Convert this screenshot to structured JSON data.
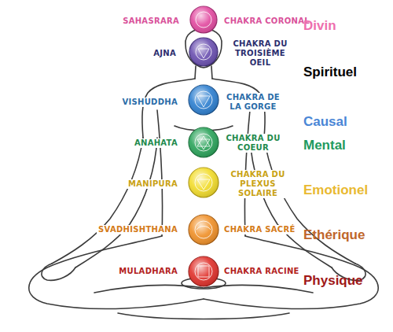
{
  "diagram": {
    "labels": [
      "SAHASRARA",
      "CHAKRA CORONAL",
      "Divin",
      "AJNA",
      "CHAKRA DU TROISIÈME OEIL",
      "Spirituel",
      "VISHUDDHA",
      "CHAKRA DE LA GORGE",
      "Causal",
      "ANAHATA",
      "CHAKRA DU COEUR",
      "Mental",
      "MANIPURA",
      "CHAKRA DU PLEXUS SOLAIRE",
      "Emotionel",
      "SVADHISHTHANA",
      "CHAKRA SACRÉ",
      "Ethérique",
      "MULADHARA",
      "CHAKRA RACINE",
      "Physique"
    ]
  }
}
